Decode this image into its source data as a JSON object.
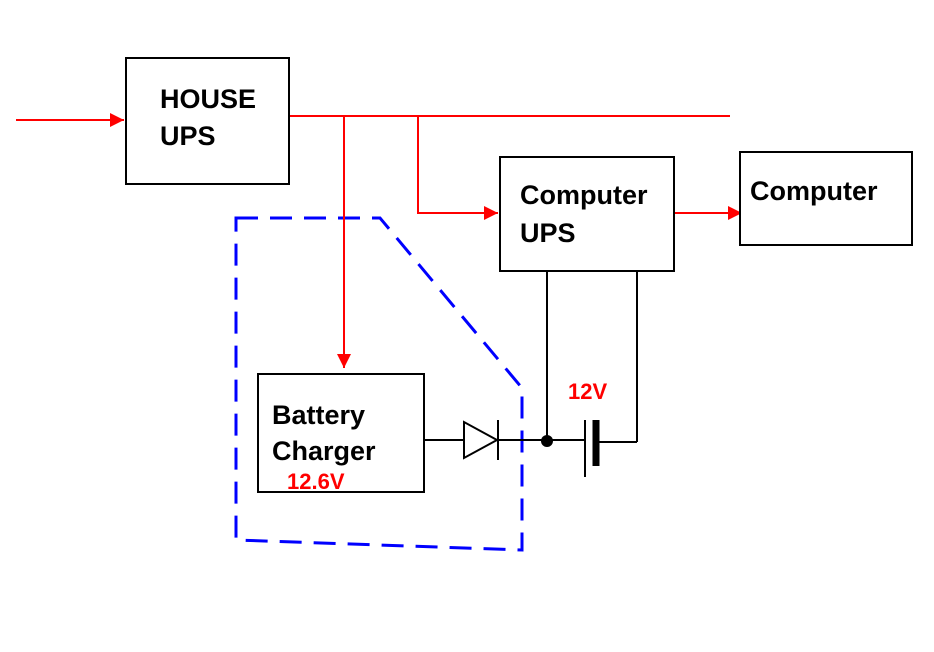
{
  "colors": {
    "power_line": "#ff0000",
    "dc_line": "#000000",
    "boundary": "#0000ff",
    "voltage_label": "#ff0000"
  },
  "blocks": {
    "house_ups": {
      "line1": "HOUSE",
      "line2": "UPS"
    },
    "computer_ups": {
      "line1": "Computer",
      "line2": "UPS"
    },
    "computer": {
      "label": "Computer"
    },
    "battery_charger": {
      "line1": "Battery",
      "line2": "Charger",
      "voltage": "12.6V"
    }
  },
  "battery": {
    "voltage": "12V"
  }
}
